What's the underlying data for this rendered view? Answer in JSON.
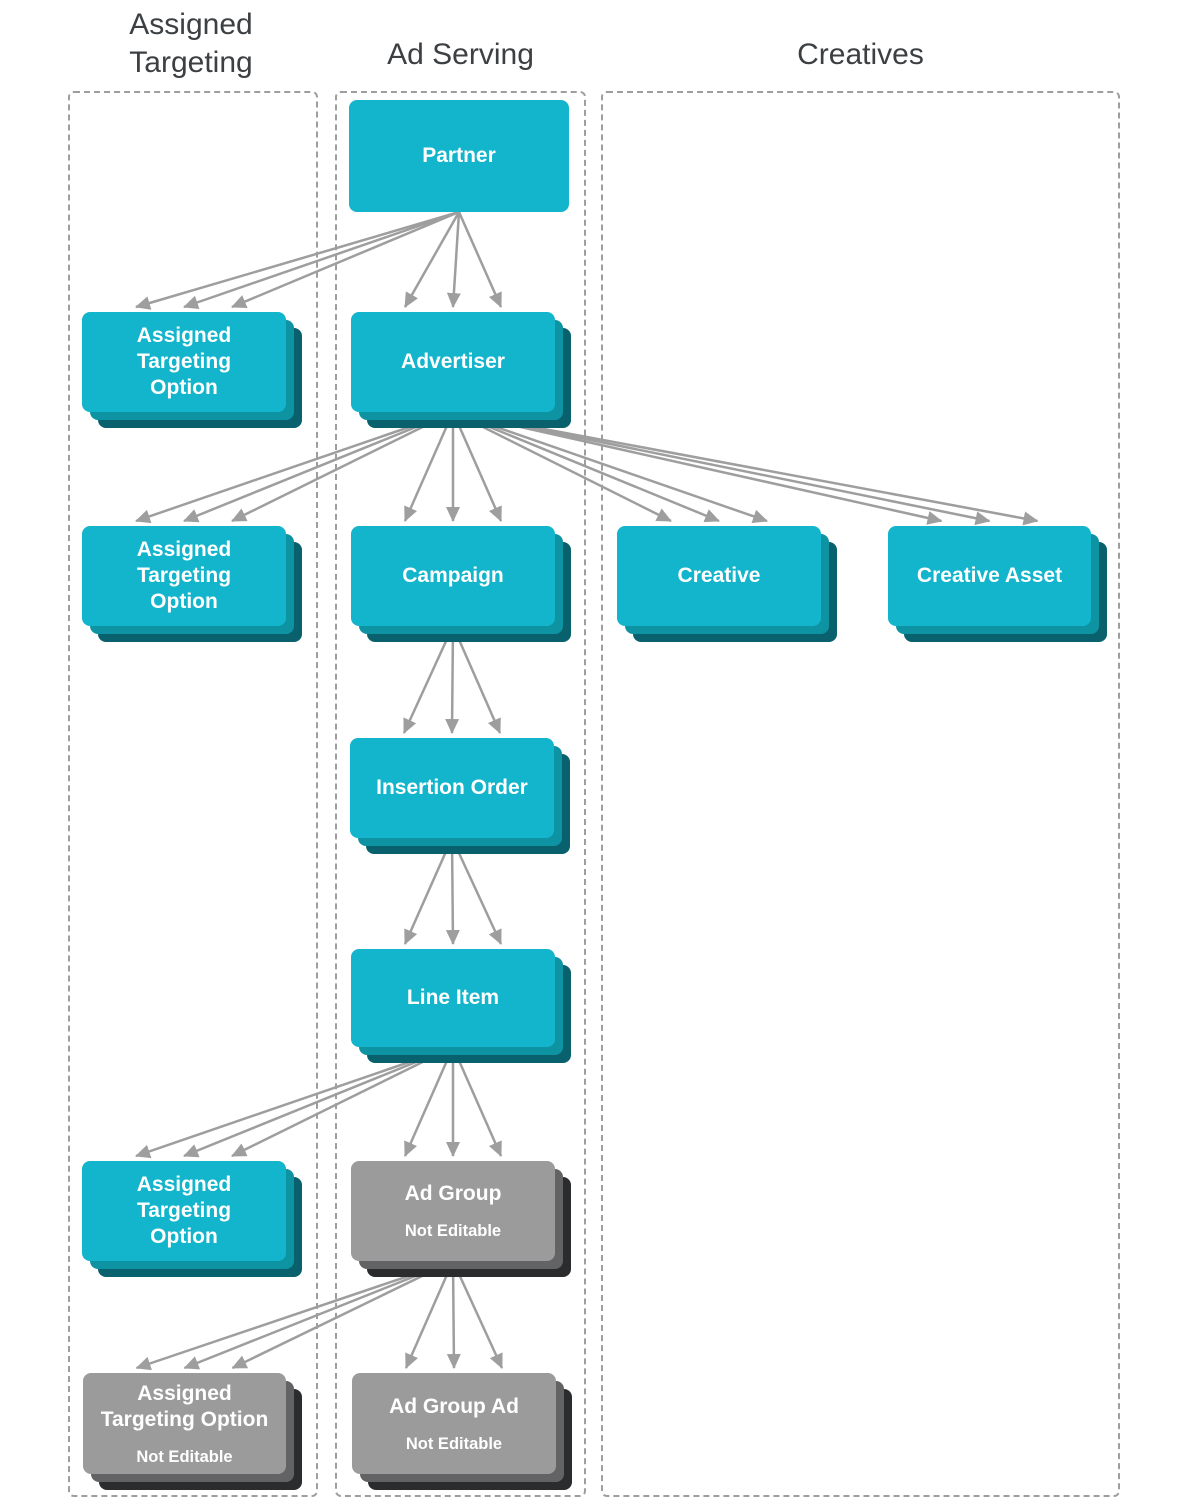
{
  "columns": [
    {
      "id": "assigned-targeting",
      "label": "Assigned Targeting"
    },
    {
      "id": "ad-serving",
      "label": "Ad Serving"
    },
    {
      "id": "creatives",
      "label": "Creatives"
    }
  ],
  "nodes": [
    {
      "id": "partner",
      "column": "ad-serving",
      "style": "cyan",
      "stacked": false,
      "label_lines": [
        "Partner"
      ]
    },
    {
      "id": "assigned_targeting_option_1",
      "column": "assigned-targeting",
      "style": "cyan",
      "stacked": true,
      "label_lines": [
        "Assigned",
        "Targeting",
        "Option"
      ]
    },
    {
      "id": "advertiser",
      "column": "ad-serving",
      "style": "cyan",
      "stacked": true,
      "label_lines": [
        "Advertiser"
      ]
    },
    {
      "id": "assigned_targeting_option_2",
      "column": "assigned-targeting",
      "style": "cyan",
      "stacked": true,
      "label_lines": [
        "Assigned",
        "Targeting",
        "Option"
      ]
    },
    {
      "id": "campaign",
      "column": "ad-serving",
      "style": "cyan",
      "stacked": true,
      "label_lines": [
        "Campaign"
      ]
    },
    {
      "id": "creative",
      "column": "creatives",
      "style": "cyan",
      "stacked": true,
      "label_lines": [
        "Creative"
      ]
    },
    {
      "id": "creative_asset",
      "column": "creatives",
      "style": "cyan",
      "stacked": true,
      "label_lines": [
        "Creative Asset"
      ]
    },
    {
      "id": "insertion_order",
      "column": "ad-serving",
      "style": "cyan",
      "stacked": true,
      "label_lines": [
        "Insertion Order"
      ]
    },
    {
      "id": "line_item",
      "column": "ad-serving",
      "style": "cyan",
      "stacked": true,
      "label_lines": [
        "Line Item"
      ]
    },
    {
      "id": "assigned_targeting_option_3",
      "column": "assigned-targeting",
      "style": "cyan",
      "stacked": true,
      "label_lines": [
        "Assigned",
        "Targeting",
        "Option"
      ]
    },
    {
      "id": "ad_group",
      "column": "ad-serving",
      "style": "gray",
      "stacked": true,
      "label_lines": [
        "Ad Group"
      ],
      "sublabel": "Not Editable"
    },
    {
      "id": "assigned_targeting_option_4",
      "column": "assigned-targeting",
      "style": "gray",
      "stacked": true,
      "label_lines": [
        "Assigned",
        "Targeting Option"
      ],
      "sublabel": "Not Editable"
    },
    {
      "id": "ad_group_ad",
      "column": "ad-serving",
      "style": "gray",
      "stacked": true,
      "label_lines": [
        "Ad Group Ad"
      ],
      "sublabel": "Not Editable"
    }
  ],
  "edges": [
    {
      "from": "partner",
      "to": "assigned_targeting_option_1",
      "arrows": 3
    },
    {
      "from": "partner",
      "to": "advertiser",
      "arrows": 3
    },
    {
      "from": "advertiser",
      "to": "assigned_targeting_option_2",
      "arrows": 3
    },
    {
      "from": "advertiser",
      "to": "campaign",
      "arrows": 3
    },
    {
      "from": "advertiser",
      "to": "creative",
      "arrows": 3
    },
    {
      "from": "advertiser",
      "to": "creative_asset",
      "arrows": 3
    },
    {
      "from": "campaign",
      "to": "insertion_order",
      "arrows": 3
    },
    {
      "from": "insertion_order",
      "to": "line_item",
      "arrows": 3
    },
    {
      "from": "line_item",
      "to": "assigned_targeting_option_3",
      "arrows": 3
    },
    {
      "from": "line_item",
      "to": "ad_group",
      "arrows": 3
    },
    {
      "from": "ad_group",
      "to": "assigned_targeting_option_4",
      "arrows": 3
    },
    {
      "from": "ad_group",
      "to": "ad_group_ad",
      "arrows": 3
    }
  ],
  "colors": {
    "box_cyan": "#12b5cb",
    "box_cyan_mid": "#0e93a2",
    "box_cyan_back": "#09616d",
    "box_gray": "#9b9b9b",
    "box_gray_mid": "#636365",
    "box_gray_back": "#2b2c2e",
    "arrow": "#9e9e9e",
    "dashed_border": "#9e9e9e",
    "header_text": "#3c4043",
    "box_text": "#ffffff"
  }
}
